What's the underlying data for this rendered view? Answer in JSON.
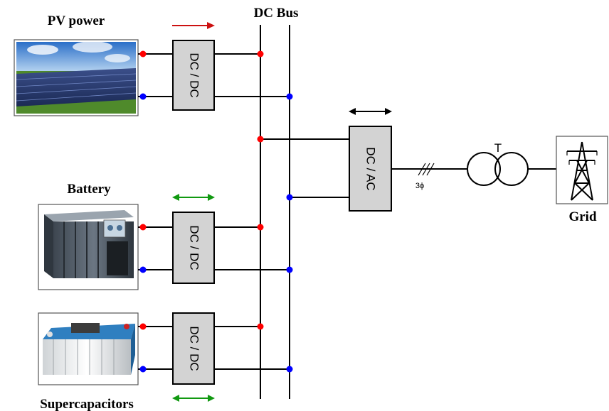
{
  "labels": {
    "pv": "PV power",
    "dc_bus": "DC Bus",
    "battery": "Battery",
    "supercap": "Supercapacitors",
    "grid": "Grid",
    "transformer": "T",
    "phase": "3ϕ"
  },
  "converters": {
    "pv": "DC / DC",
    "battery": "DC / DC",
    "supercap": "DC / DC",
    "grid": "DC  /  AC"
  },
  "colors": {
    "positive": "#ff0000",
    "negative": "#0000ff",
    "unidirectional_arrow": "#cc1111",
    "bidirectional_arrow": "#119911",
    "grid_arrow": "#000000",
    "converter_fill": "#d3d3d3"
  },
  "icons": {
    "pv": "solar-panel-photo",
    "battery": "battery-photo",
    "supercap": "supercapacitor-photo",
    "grid": "transmission-tower-icon",
    "transformer": "transformer-symbol"
  }
}
